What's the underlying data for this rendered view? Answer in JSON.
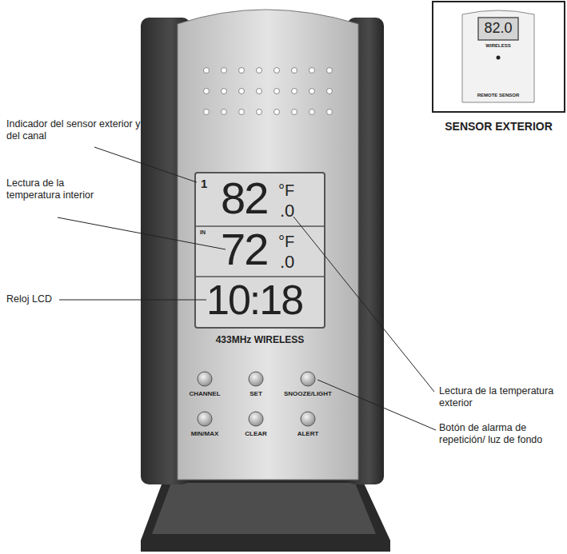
{
  "diagram": {
    "labels": [
      "Indicador del sensor exterior y del canal",
      "Lectura de la temperatura interior",
      "Reloj LCD",
      "Lectura de la temperatura exterior",
      "Botón de alarma de repetición/ luz de fondo",
      "SENSOR EXTERIOR",
      "1",
      "82",
      "°F",
      ".0",
      "IN",
      "72",
      "°F",
      ".0",
      "10:18",
      "433MHz WIRELESS",
      "CHANNEL",
      "SET",
      "SNOOZE/LIGHT",
      "MIN/MAX",
      "CLEAR",
      "ALERT",
      "82.0",
      "WIRELESS",
      "REMOTE SENSOR"
    ]
  }
}
